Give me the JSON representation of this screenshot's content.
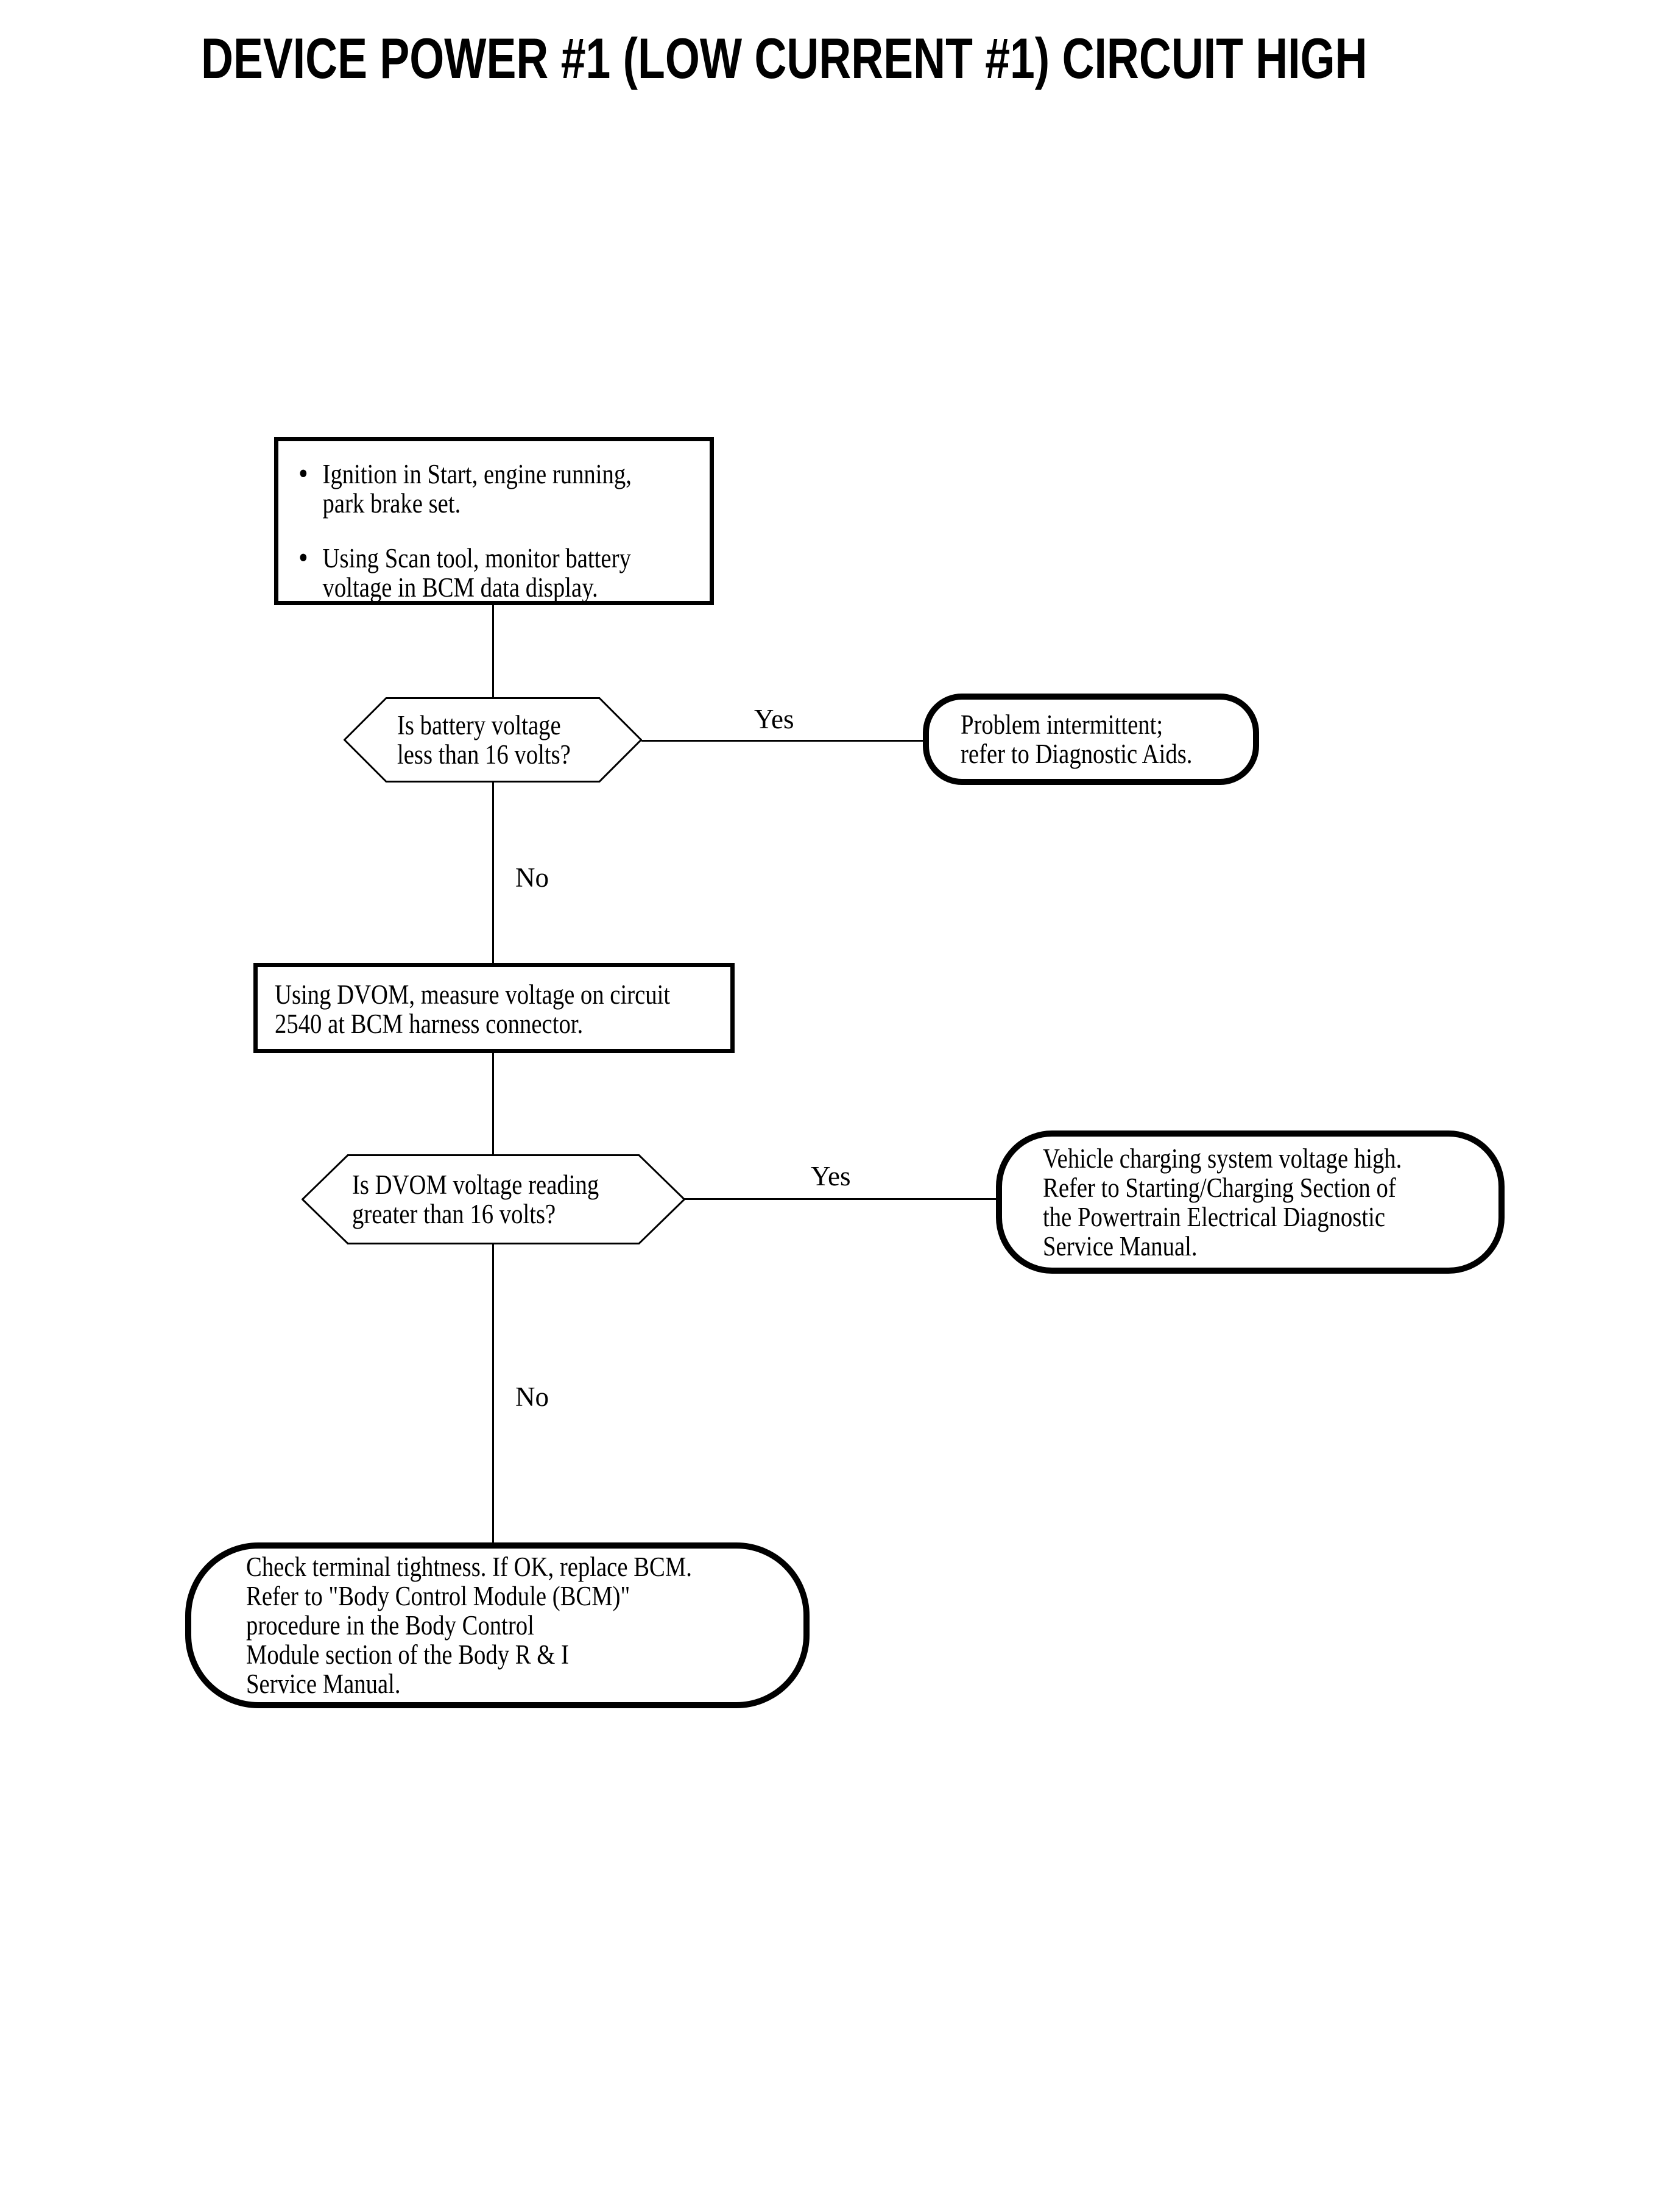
{
  "title": "DEVICE POWER #1 (LOW CURRENT #1) CIRCUIT HIGH",
  "colors": {
    "ink": "#000000",
    "paper": "#ffffff"
  },
  "flowchart": {
    "start_box": {
      "bullets": [
        "Ignition in Start, engine running, park brake set.",
        "Using Scan tool, monitor battery voltage in BCM data display."
      ]
    },
    "decision_battery": {
      "lines": [
        "Is battery voltage",
        "less than 16 volts?"
      ],
      "yes_label": "Yes",
      "no_label": "No"
    },
    "terminal_intermittent": {
      "lines": [
        "Problem intermittent;",
        "refer to Diagnostic Aids."
      ]
    },
    "action_dvom": {
      "lines": [
        "Using DVOM, measure voltage on circuit",
        "2540 at BCM harness connector."
      ]
    },
    "decision_dvom": {
      "lines": [
        "Is DVOM voltage reading",
        "greater than 16 volts?"
      ],
      "yes_label": "Yes",
      "no_label": "No"
    },
    "terminal_charging": {
      "lines": [
        "Vehicle charging system voltage high.",
        "Refer to Starting/Charging Section of",
        "the Powertrain Electrical Diagnostic",
        "Service Manual."
      ]
    },
    "terminal_replace_bcm": {
      "lines": [
        "Check terminal tightness. If OK, replace BCM.",
        "Refer to \"Body Control Module (BCM)\"",
        "procedure in the Body Control",
        "Module section of the Body R & I",
        "Service Manual."
      ]
    }
  }
}
